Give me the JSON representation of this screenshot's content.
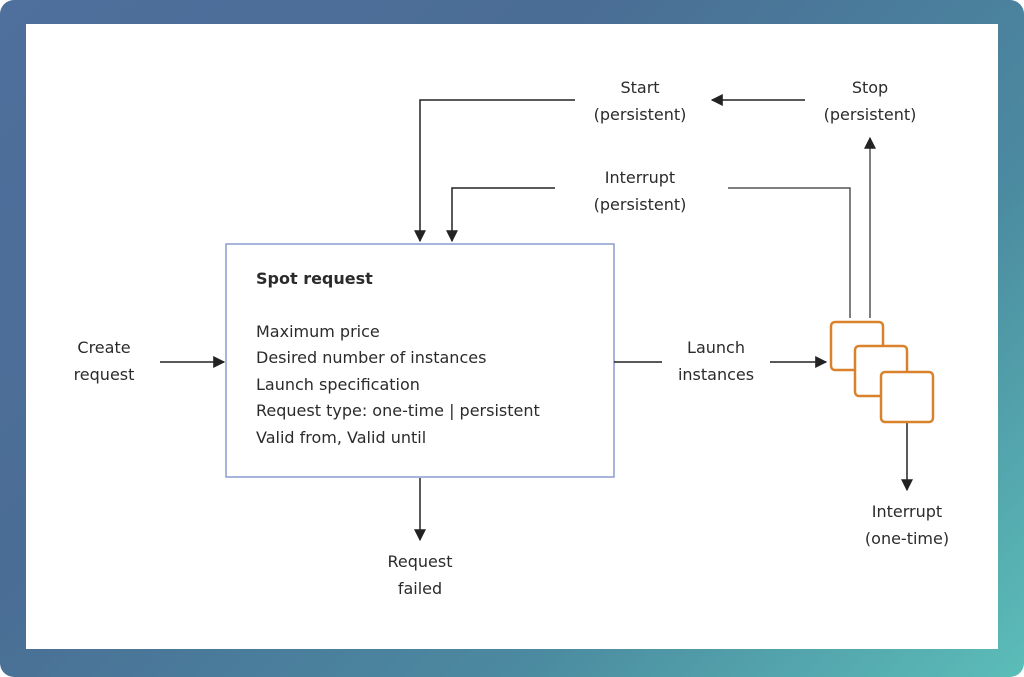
{
  "diagram": {
    "labels": {
      "create_request": [
        "Create",
        "request"
      ],
      "start": [
        "Start",
        "(persistent)"
      ],
      "stop": [
        "Stop",
        "(persistent)"
      ],
      "interrupt_persistent": [
        "Interrupt",
        "(persistent)"
      ],
      "launch_instances": [
        "Launch",
        "instances"
      ],
      "request_failed": [
        "Request",
        "failed"
      ],
      "interrupt_onetime": [
        "Interrupt",
        "(one-time)"
      ]
    },
    "spot_request": {
      "title": "Spot request",
      "fields": [
        "Maximum price",
        "Desired number of instances",
        "Launch specification",
        "Request type: one-time | persistent",
        "Valid from, Valid until"
      ]
    },
    "colors": {
      "box_border": "#8a9bcf",
      "instance_border": "#d9822b",
      "arrow": "#222222"
    }
  }
}
